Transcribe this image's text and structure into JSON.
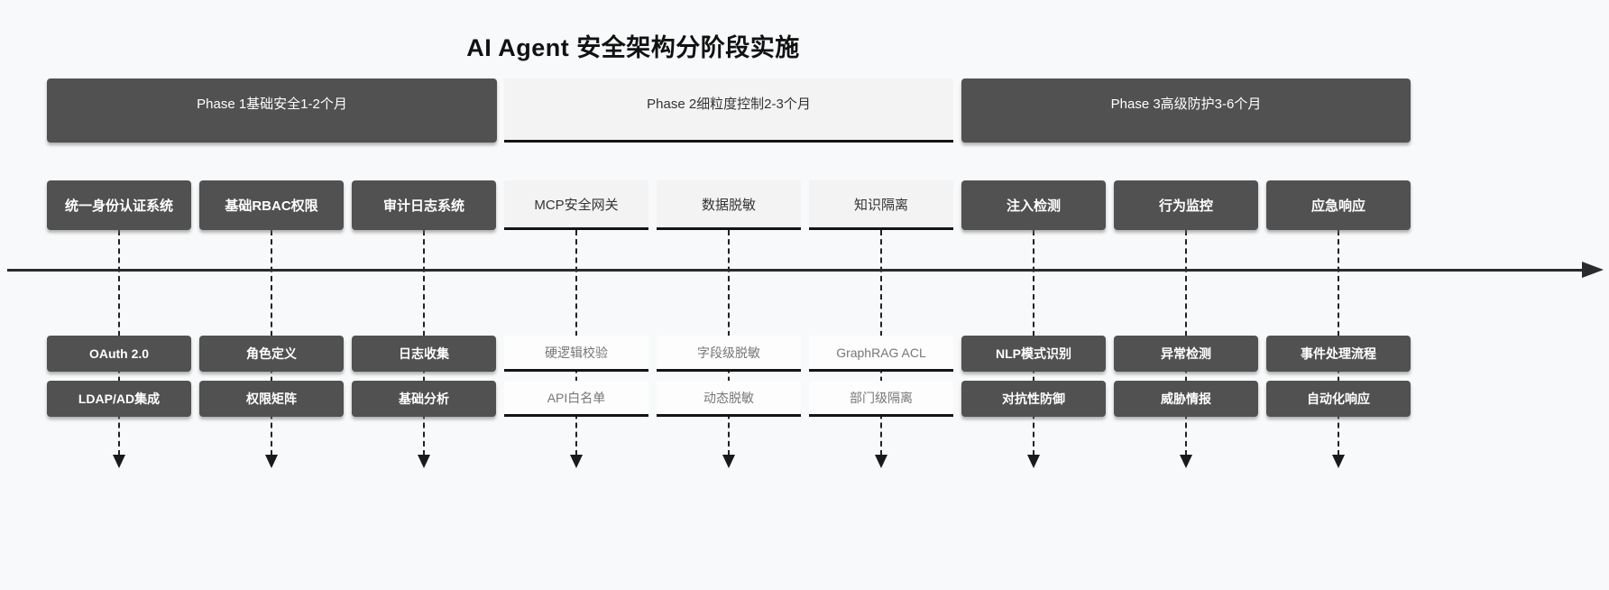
{
  "title": "AI Agent 安全架构分阶段实施",
  "colors": {
    "background": "#f8f9fa",
    "dark_box": "#515151",
    "dark_box_text": "#ffffff",
    "light_box": "#f3f3f3",
    "light_box_text": "#333333",
    "light_sub_box": "#fdfdfd",
    "light_sub_text": "#777777",
    "axis": "#2b2b2b",
    "connector": "#222222"
  },
  "phases": [
    {
      "label": "Phase 1基础安全1-2个月",
      "theme": "dark",
      "columns": [
        {
          "item": "统一身份认证系统",
          "subs": [
            "OAuth 2.0",
            "LDAP/AD集成"
          ]
        },
        {
          "item": "基础RBAC权限",
          "subs": [
            "角色定义",
            "权限矩阵"
          ]
        },
        {
          "item": "审计日志系统",
          "subs": [
            "日志收集",
            "基础分析"
          ]
        }
      ]
    },
    {
      "label": "Phase 2细粒度控制2-3个月",
      "theme": "light",
      "columns": [
        {
          "item": "MCP安全网关",
          "subs": [
            "硬逻辑校验",
            "API白名单"
          ]
        },
        {
          "item": "数据脱敏",
          "subs": [
            "字段级脱敏",
            "动态脱敏"
          ]
        },
        {
          "item": "知识隔离",
          "subs": [
            "GraphRAG ACL",
            "部门级隔离"
          ]
        }
      ]
    },
    {
      "label": "Phase 3高级防护3-6个月",
      "theme": "dark",
      "columns": [
        {
          "item": "注入检测",
          "subs": [
            "NLP模式识别",
            "对抗性防御"
          ]
        },
        {
          "item": "行为监控",
          "subs": [
            "异常检测",
            "威胁情报"
          ]
        },
        {
          "item": "应急响应",
          "subs": [
            "事件处理流程",
            "自动化响应"
          ]
        }
      ]
    }
  ]
}
